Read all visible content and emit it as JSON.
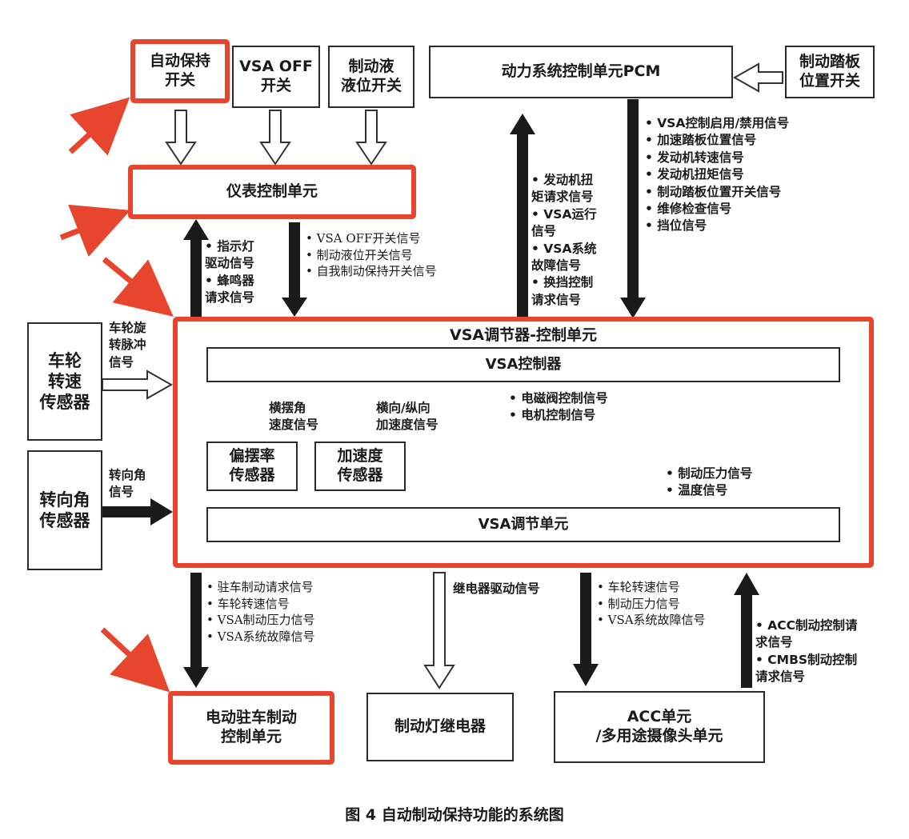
{
  "boxes": {
    "auto_hold_switch": "自动保持\n开关",
    "vsa_off_switch": "VSA OFF\n开关",
    "brake_fluid_switch": "制动液\n液位开关",
    "pcm": "动力系统控制单元PCM",
    "brake_pedal_switch": "制动踏板\n位置开关",
    "meter_unit": "仪表控制单元",
    "wheel_speed_sensor": "车轮\n转速\n传感器",
    "steering_angle_sensor": "转向角\n传感器",
    "vsa_main_title": "VSA调节器-控制单元",
    "vsa_controller": "VSA控制器",
    "yaw_sensor": "偏摆率\n传感器",
    "accel_sensor": "加速度\n传感器",
    "vsa_modulator": "VSA调节单元",
    "epb_unit": "电动驻车制动\n控制单元",
    "brake_light_relay": "制动灯继电器",
    "acc_unit": "ACC单元\n/多用途摄像头单元"
  },
  "labels": {
    "pcm_to_vsa": "• VSA控制启用/禁用信号\n• 加速踏板位置信号\n• 发动机转速信号\n• 发动机扭矩信号\n• 制动踏板位置开关信号\n• 维修检查信号\n• 挡位信号",
    "vsa_to_pcm": "• 发动机扭\n  矩请求信号\n• VSA运行\n  信号\n• VSA系统\n  故障信号\n• 换挡控制\n  请求信号",
    "vsa_to_meter": "• 指示灯\n  驱动信号\n• 蜂鸣器\n  请求信号",
    "meter_to_vsa": "• VSA OFF开关信号\n• 制动液位开关信号\n• 自我制动保持开关信号",
    "wheel_pulse": "车轮旋\n转脉冲\n信号",
    "steering_signal": "转向角\n信号",
    "yaw_signal": "横摆角\n速度信号",
    "accel_signal": "横向/纵向\n加速度信号",
    "ctrl_to_mod": "• 电磁阀控制信号\n• 电机控制信号",
    "mod_to_ctrl": "• 制动压力信号\n• 温度信号",
    "vsa_to_epb": "• 驻车制动请求信号\n• 车轮转速信号\n• VSA制动压力信号\n• VSA系统故障信号",
    "relay_drive": "继电器驱动信号",
    "vsa_to_acc": "• 车轮转速信号\n• 制动压力信号\n• VSA系统故障信号",
    "acc_to_vsa": "• ACC制动控制请\n  求信号\n• CMBS制动控制\n  请求信号"
  },
  "caption": "图 4  自动制动保持功能的系统图",
  "colors": {
    "highlight": "#e8452f",
    "arrow_dark": "#1a1a1a",
    "box_border": "#2a2a2a"
  }
}
